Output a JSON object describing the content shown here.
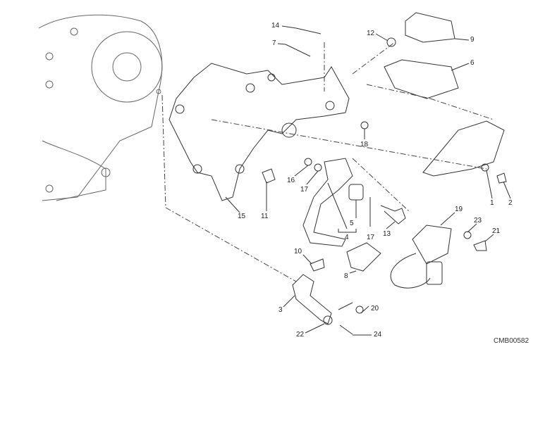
{
  "diagram": {
    "code": "CMB00582",
    "labels": {
      "l14": "14",
      "l7": "7",
      "l12": "12",
      "l9": "9",
      "l6": "6",
      "l18": "18",
      "l16": "16",
      "l17a": "17",
      "l11": "11",
      "l15": "15",
      "l1": "1",
      "l2": "2",
      "l5": "5",
      "l4": "4",
      "l17b": "17",
      "l13": "13",
      "l19": "19",
      "l23": "23",
      "l21": "21",
      "l10": "10",
      "l8": "8",
      "l3": "3",
      "l20": "20",
      "l22": "22",
      "l24": "24"
    }
  }
}
